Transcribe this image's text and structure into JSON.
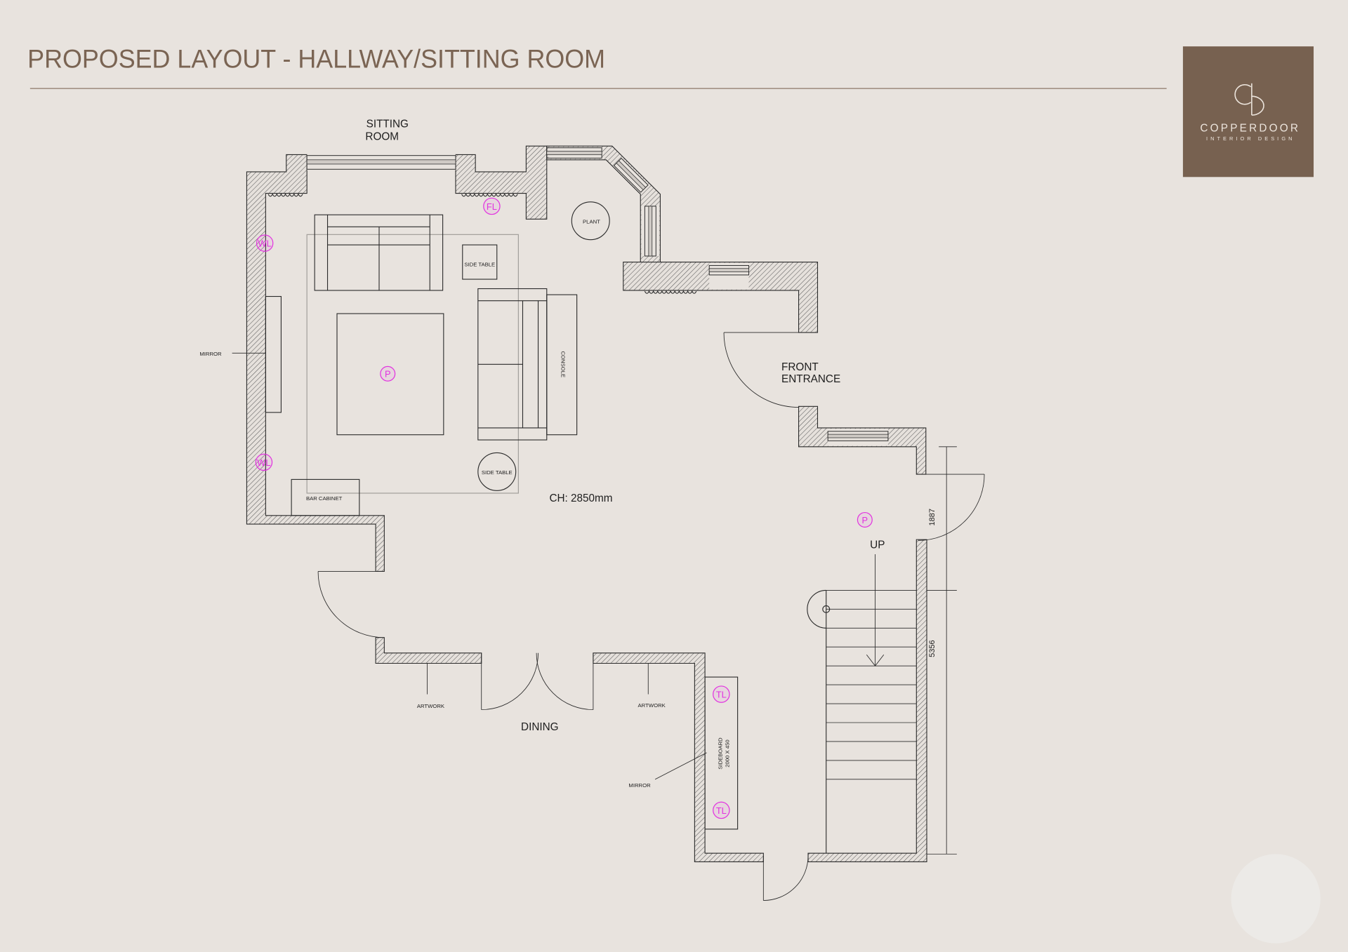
{
  "page": {
    "title": "PROPOSED LAYOUT - HALLWAY/SITTING ROOM"
  },
  "logo": {
    "name": "COPPERDOOR",
    "tagline": "INTERIOR DESIGN",
    "icon": "cd-monogram-icon"
  },
  "colors": {
    "background": "#e8e3de",
    "title": "#7a6453",
    "rule": "#8c7868",
    "logo_panel": "#776150",
    "logo_text": "#ece4dc",
    "linework": "#2a2a2a",
    "symbol": "#e233e0"
  },
  "plan": {
    "rooms": {
      "sitting": [
        "SITTING",
        "ROOM"
      ],
      "front_entrance": [
        "FRONT",
        "ENTRANCE"
      ],
      "dining": "DINING"
    },
    "ceiling_height": "CH: 2850mm",
    "stair_direction": "UP",
    "furniture": {
      "plant": "PLANT",
      "side_table_square": "SIDE TABLE",
      "side_table_round": "SIDE TABLE",
      "console": "CONSOLE",
      "bar_cabinet": "BAR CABINET",
      "sideboard": [
        "SIDEBOARD",
        "2000 X 450"
      ]
    },
    "annotations": {
      "mirror_sitting": "MIRROR",
      "mirror_hall": "MIRROR",
      "artwork_left": "ARTWORK",
      "artwork_right": "ARTWORK"
    },
    "symbol_labels": {
      "wl": "WL",
      "fl": "FL",
      "p": "P",
      "tl": "TL"
    },
    "dimensions": {
      "upper": "1887",
      "lower": "5356"
    }
  }
}
